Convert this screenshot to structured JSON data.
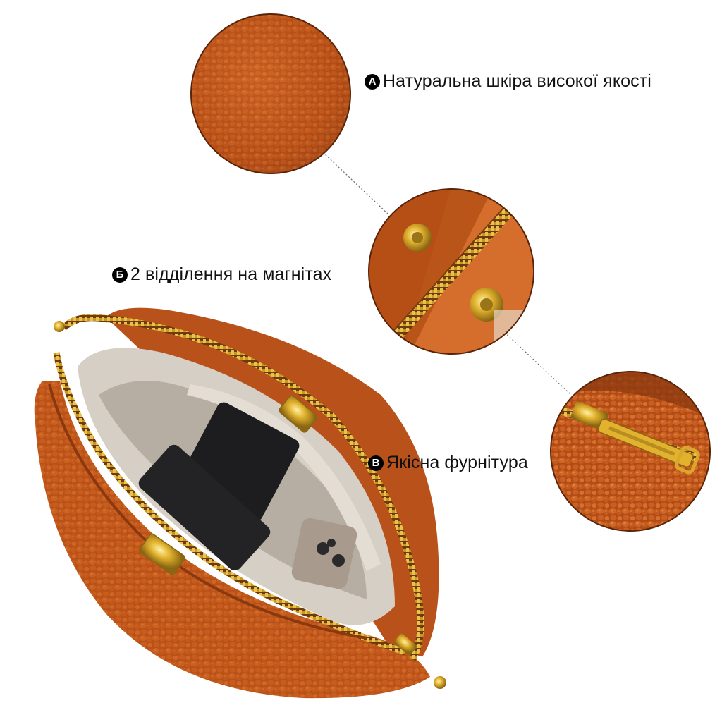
{
  "features": [
    {
      "marker": "A",
      "text": "Натуральна шкіра високої якості",
      "icon": "leather-texture-closeup"
    },
    {
      "marker": "Б",
      "text": "2 відділення на магнітах",
      "icon": "magnetic-buttons-closeup"
    },
    {
      "marker": "В",
      "text": "Якісна фурнітура",
      "icon": "gold-zipper-puller-closeup"
    }
  ],
  "colors": {
    "leather": "#c0561a",
    "leather_dark": "#8a3810",
    "gold": "#e2b22e",
    "lining": "#d6cfc6",
    "badge": "#000000",
    "text": "#111111"
  }
}
